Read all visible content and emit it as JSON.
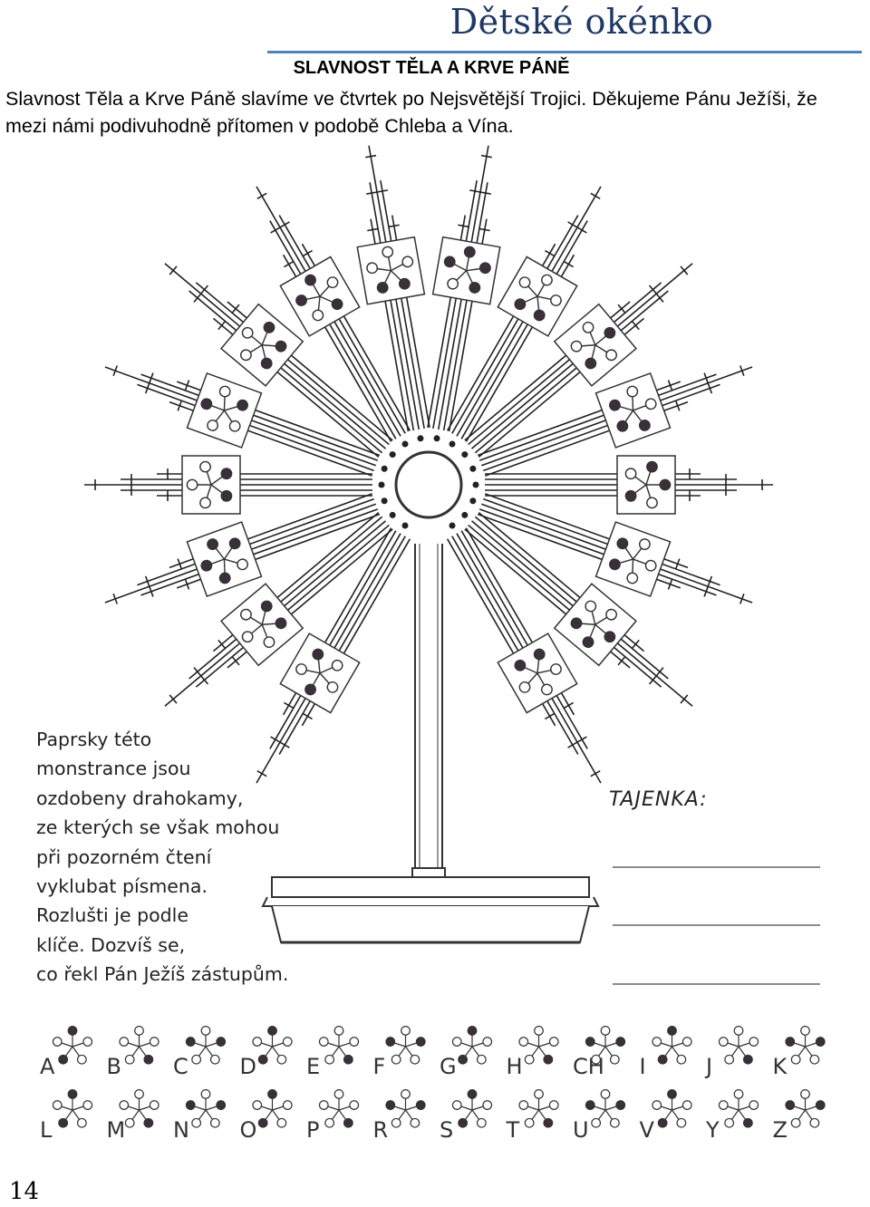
{
  "header": {
    "title": "Dětské okénko",
    "rule_color": "#4f81bd",
    "title_color": "#1f3864"
  },
  "article": {
    "heading": "SLAVNOST TĚLA A KRVE PÁNĚ",
    "intro": "Slavnost Těla a Krve Páně slavíme ve čtvrtek po Nejsvětější Trojici. Děkujeme Pánu Ježíši, že mezi námi podivuhodně přítomen v podobě Chleba a Vína."
  },
  "puzzle": {
    "instruction_lines": [
      "Paprsky této",
      "monstrance jsou",
      "ozdobeny drahokamy,",
      "ze kterých se však mohou",
      "při pozorném čtení",
      "vyklubat písmena.",
      "Rozlušti je podle",
      "klíče. Dozvíš se,",
      "co řekl Pán Ježíš zástupům."
    ],
    "answer_label": "TAJENKA:",
    "answer_lines": 3,
    "key_row_1": [
      "A",
      "B",
      "C",
      "D",
      "E",
      "F",
      "G",
      "H",
      "CH",
      "I",
      "J",
      "K"
    ],
    "key_row_2": [
      "L",
      "M",
      "N",
      "O",
      "P",
      "R",
      "S",
      "T",
      "U",
      "V",
      "Y",
      "Z"
    ]
  },
  "footer": {
    "page_number": "14"
  }
}
